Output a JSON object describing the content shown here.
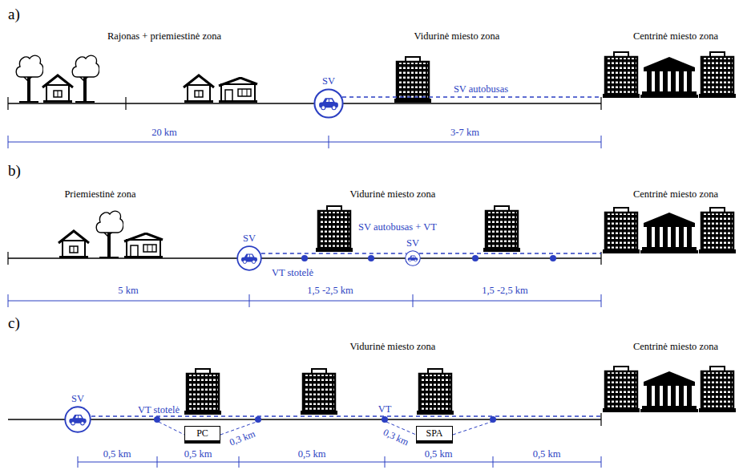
{
  "diagram": {
    "nodes": [
      {
        "text": [
          "SV"
        ]
      },
      {
        "text": [
          "SV"
        ]
      },
      {
        "text": [
          "SV"
        ]
      },
      {
        "text": [
          "SV"
        ]
      },
      {
        "text": [
          "PC"
        ]
      },
      {
        "text": [
          "SPA"
        ]
      }
    ],
    "edges": [
      {
        "from": 1,
        "to": 2,
        "arrow": "none"
      }
    ],
    "labels": [
      "a)",
      "Rajonas + priemiestinė zona",
      "Vidurinė miesto zona",
      "Centrinė miesto zona",
      "SV autobusas",
      "20 km",
      "3-7 km",
      "b)",
      "Priemiestinė zona",
      "Vidurinė miesto zona",
      "Centrinė miesto zona",
      "SV autobusas + VT",
      "VT stotelė",
      "5 km",
      "1,5 -2,5 km",
      "1,5 -2,5 km",
      "c)",
      "Vidurinė miesto zona",
      "Centrinė miesto zona",
      "VT stotelė",
      "VT",
      "0,3 km",
      "0,3 km",
      "0,5 km",
      "0,5 km",
      "0,5 km",
      "0,5 km",
      "0,5 km"
    ]
  }
}
